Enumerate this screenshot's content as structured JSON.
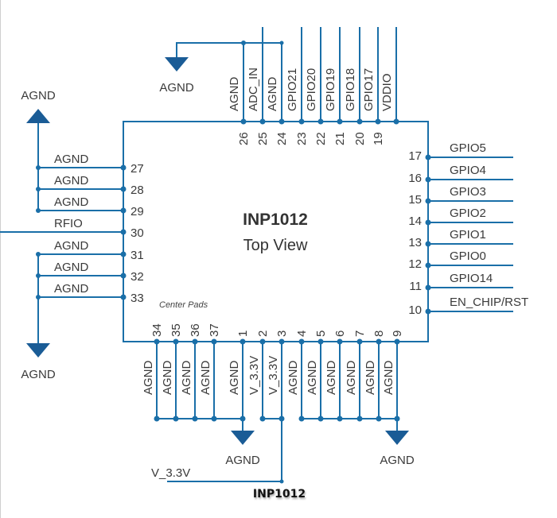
{
  "chip": {
    "name": "INP1012",
    "view": "Top View",
    "center_pads_label": "Center Pads",
    "caption": "INP1012",
    "colors": {
      "wire": "#1a6fa8",
      "ground": "#1a5c96",
      "text": "#3a3a3a"
    }
  },
  "ground_symbols": {
    "top": "AGND",
    "left_top": "AGND",
    "left_bottom": "AGND",
    "bottom_left": "AGND",
    "bottom_right": "AGND"
  },
  "supply_label": "V_3.3V",
  "pins": {
    "top": [
      {
        "num": "26",
        "label": "AGND"
      },
      {
        "num": "25",
        "label": "ADC_IN"
      },
      {
        "num": "24",
        "label": "AGND"
      },
      {
        "num": "23",
        "label": "GPIO21"
      },
      {
        "num": "22",
        "label": "GPIO20"
      },
      {
        "num": "21",
        "label": "GPIO19"
      },
      {
        "num": "20",
        "label": "GPIO18"
      },
      {
        "num": "19",
        "label": "GPIO17"
      },
      {
        "num": "",
        "label": "VDDIO"
      }
    ],
    "left": [
      {
        "num": "27",
        "label": "AGND"
      },
      {
        "num": "28",
        "label": "AGND"
      },
      {
        "num": "29",
        "label": "AGND"
      },
      {
        "num": "30",
        "label": "RFIO"
      },
      {
        "num": "31",
        "label": "AGND"
      },
      {
        "num": "32",
        "label": "AGND"
      },
      {
        "num": "33",
        "label": "AGND"
      }
    ],
    "right": [
      {
        "num": "17",
        "label": "GPIO5"
      },
      {
        "num": "16",
        "label": "GPIO4"
      },
      {
        "num": "15",
        "label": "GPIO3"
      },
      {
        "num": "14",
        "label": "GPIO2"
      },
      {
        "num": "13",
        "label": "GPIO1"
      },
      {
        "num": "12",
        "label": "GPIO0"
      },
      {
        "num": "11",
        "label": "GPIO14"
      },
      {
        "num": "10",
        "label": "EN_CHIP/RST"
      }
    ],
    "bottom": [
      {
        "num": "34",
        "label": "AGND"
      },
      {
        "num": "35",
        "label": "AGND"
      },
      {
        "num": "36",
        "label": "AGND"
      },
      {
        "num": "37",
        "label": "AGND"
      },
      {
        "num": "1",
        "label": "AGND"
      },
      {
        "num": "2",
        "label": "V_3.3V"
      },
      {
        "num": "3",
        "label": "V_3.3V"
      },
      {
        "num": "4",
        "label": "AGND"
      },
      {
        "num": "5",
        "label": "AGND"
      },
      {
        "num": "6",
        "label": "AGND"
      },
      {
        "num": "7",
        "label": "AGND"
      },
      {
        "num": "8",
        "label": "AGND"
      },
      {
        "num": "9",
        "label": "AGND"
      }
    ]
  }
}
